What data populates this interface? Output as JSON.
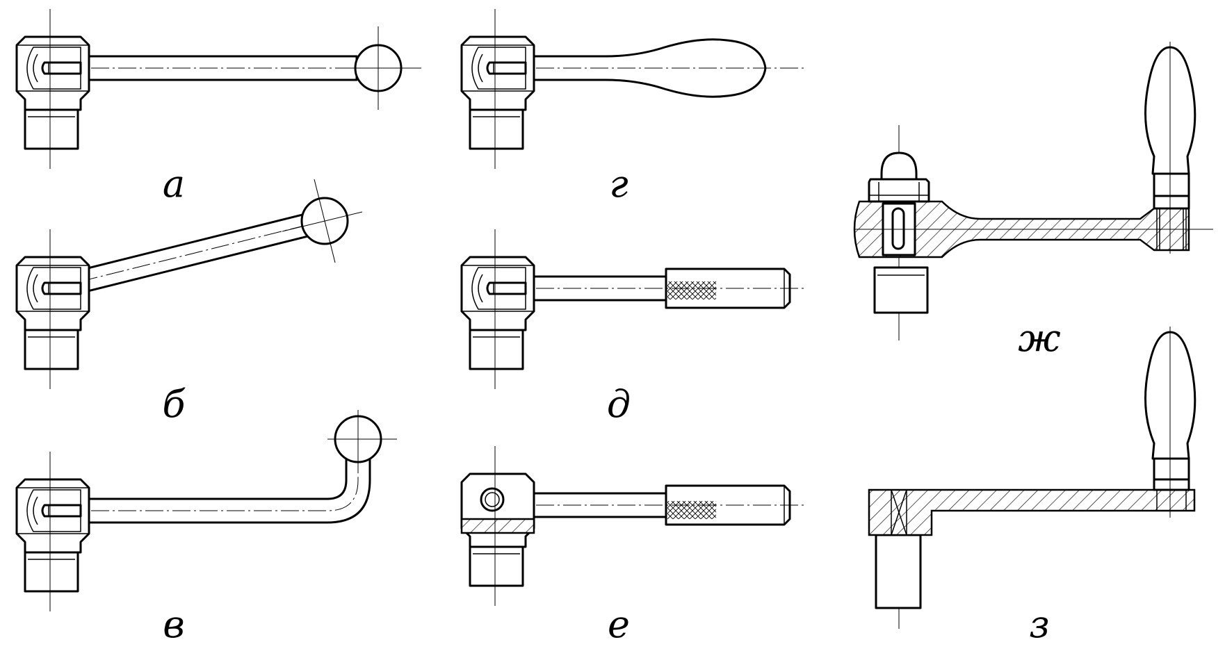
{
  "figures": [
    {
      "id": "a",
      "label": "а"
    },
    {
      "id": "b",
      "label": "б"
    },
    {
      "id": "v",
      "label": "в"
    },
    {
      "id": "g",
      "label": "г"
    },
    {
      "id": "d",
      "label": "д"
    },
    {
      "id": "e",
      "label": "е"
    },
    {
      "id": "zh",
      "label": "ж"
    },
    {
      "id": "z",
      "label": "з"
    }
  ],
  "colors": {
    "line": "#000000",
    "background": "#ffffff"
  }
}
